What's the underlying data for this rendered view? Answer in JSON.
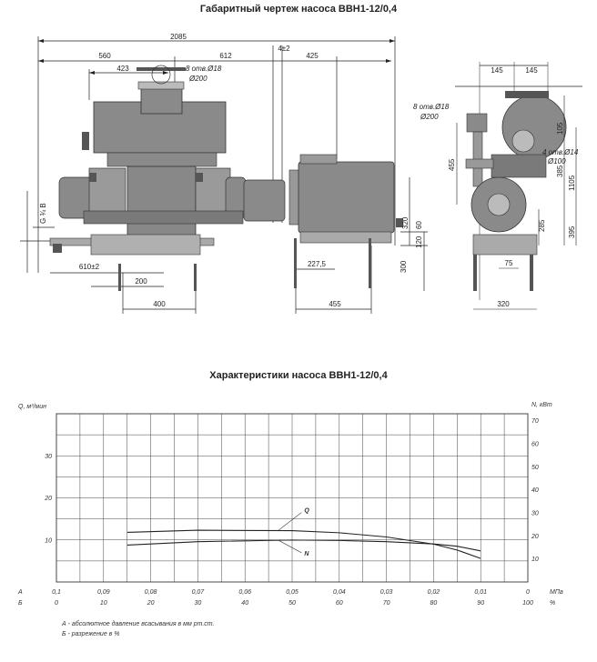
{
  "drawing": {
    "title": "Габаритный чертеж насоса ВВН1-12/0,4",
    "dims": {
      "overall": "2085",
      "d560": "560",
      "d612": "612",
      "d4": "4±2",
      "d425": "425",
      "d423": "423",
      "holes_top": "8 отв.Ø18",
      "d200": "Ø200",
      "g_thread": "G ¾ B",
      "d610": "610±2",
      "d200b": "200",
      "d400": "400",
      "d227": "227,5",
      "d455": "455",
      "d320": "320",
      "d120": "120",
      "d60": "60",
      "d300": "300",
      "s145a": "145",
      "s145b": "145",
      "s_holes": "8 отв.Ø18",
      "s_d200": "Ø200",
      "s455": "455",
      "s105": "105",
      "s385": "385",
      "s1105": "1105",
      "s_holes4": "4 отв.Ø14",
      "s_d100": "Ø100",
      "s285": "285",
      "s395": "395",
      "s75": "75",
      "s320": "320"
    }
  },
  "chart_data": {
    "type": "line",
    "title": "Характеристики насоса ВВН1-12/0,4",
    "ylabel_left": "Q, м³/мин",
    "ylabel_right": "N, кВт",
    "y_left_ticks": [
      "10",
      "20",
      "30"
    ],
    "y_left_values": [
      10,
      20,
      30
    ],
    "y_left_range": [
      0,
      40
    ],
    "y_right_ticks": [
      "10",
      "20",
      "30",
      "40",
      "50",
      "60",
      "70"
    ],
    "y_right_values": [
      10,
      20,
      30,
      40,
      50,
      60,
      70
    ],
    "y_right_range": [
      0,
      73
    ],
    "x_row_a_label": "А",
    "x_row_a_ticks": [
      "0,1",
      "0,09",
      "0,08",
      "0,07",
      "0,06",
      "0,05",
      "0,04",
      "0,03",
      "0,02",
      "0,01",
      "0"
    ],
    "x_row_a_unit": "МПа",
    "x_row_b_label": "Б",
    "x_row_b_ticks": [
      "0",
      "10",
      "20",
      "30",
      "40",
      "50",
      "60",
      "70",
      "80",
      "90",
      "100"
    ],
    "x_row_b_unit": "%",
    "x_range": [
      0,
      100
    ],
    "series": [
      {
        "name": "Q",
        "axis": "left",
        "x": [
          15,
          30,
          50,
          60,
          70,
          80,
          85,
          90
        ],
        "y": [
          11.8,
          12.3,
          12.2,
          11.7,
          10.7,
          9.0,
          7.6,
          5.6
        ]
      },
      {
        "name": "N",
        "axis": "right",
        "x": [
          15,
          30,
          50,
          60,
          70,
          80,
          85,
          90
        ],
        "y": [
          16.0,
          17.5,
          18.2,
          18.0,
          17.5,
          16.5,
          15.5,
          13.5
        ]
      }
    ],
    "notes": [
      "А - абсолютное давление всасывания в мм рт.ст.",
      "Б - разрежение в %"
    ],
    "grid": true
  },
  "colors": {
    "machine": "#8a8a8a",
    "machine_dark": "#5d5d5d",
    "line": "#222222",
    "grid": "#444444"
  }
}
